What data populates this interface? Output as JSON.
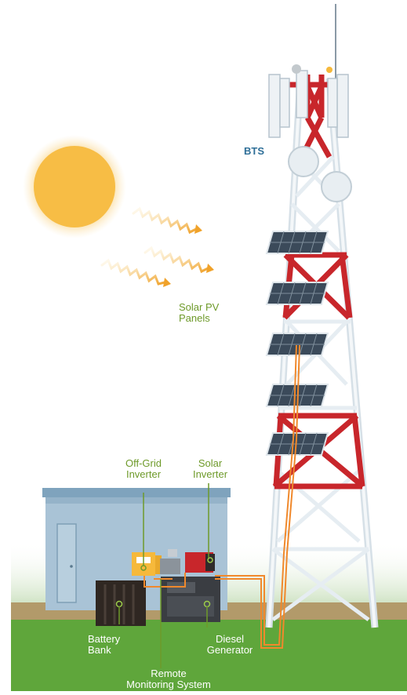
{
  "labels": {
    "bts": "BTS",
    "solar_pv_line1": "Solar PV",
    "solar_pv_line2": "Panels",
    "offgrid_line1": "Off-Grid",
    "offgrid_line2": "Inverter",
    "solar_inv_line1": "Solar",
    "solar_inv_line2": "Inverter",
    "battery_line1": "Battery",
    "battery_line2": "Bank",
    "diesel_line1": "Diesel",
    "diesel_line2": "Generator",
    "remote_line1": "Remote",
    "remote_line2": "Monitoring System"
  },
  "colors": {
    "tower_red": "#c8262b",
    "tower_white": "#e8eef2",
    "ground_green": "#5fa63b",
    "label_green": "#6e9a2a",
    "cable_orange": "#f0892c",
    "sun_yellow": "#f6b93b",
    "shelter_blue": "#a9c3d6"
  }
}
